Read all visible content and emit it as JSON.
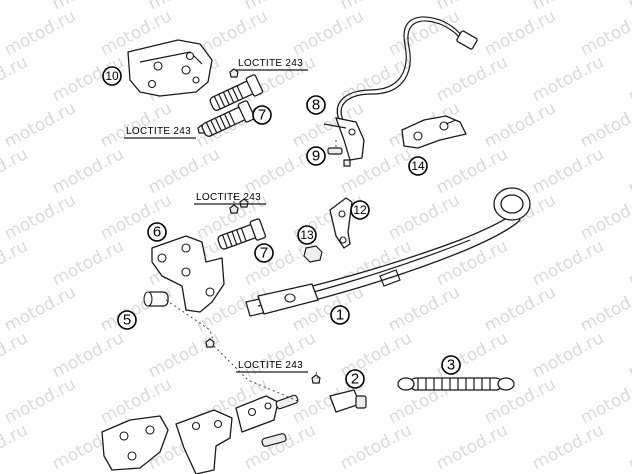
{
  "watermark": "motod.ru",
  "colors": {
    "line": "#1a1a1a",
    "watermark": "#d9d9d9",
    "background": "#ffffff"
  },
  "labels": {
    "loctite_a": "LOCTITE 243",
    "loctite_b": "LOCTITE 243",
    "loctite_c": "LOCTITE 243",
    "loctite_d": "LOCTITE 243"
  },
  "callouts": {
    "c1": "1",
    "c2": "2",
    "c3": "3",
    "c5": "5",
    "c6": "6",
    "c7a": "7",
    "c7b": "7",
    "c8": "8",
    "c9": "9",
    "c10": "10",
    "c12": "12",
    "c13": "13",
    "c14": "14"
  }
}
